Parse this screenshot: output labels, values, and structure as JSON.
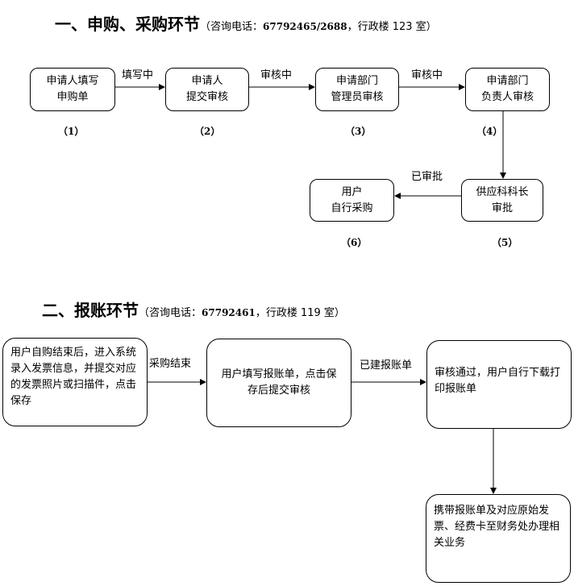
{
  "section1": {
    "title": "一、申购、采购环节",
    "note_prefix": "（咨询电话：",
    "note_phone": "67792465/2688",
    "note_suffix": "，行政楼 123 室）",
    "steps": [
      {
        "line1": "申请人填写",
        "line2": "申购单",
        "num": "（1）"
      },
      {
        "line1": "申请人",
        "line2": "提交审核",
        "num": "（2）"
      },
      {
        "line1": "申请部门",
        "line2": "管理员审核",
        "num": "（3）"
      },
      {
        "line1": "申请部门",
        "line2": "负责人审核",
        "num": "（4）"
      },
      {
        "line1": "供应科科长",
        "line2": "审批",
        "num": "（5）"
      },
      {
        "line1": "用户",
        "line2": "自行采购",
        "num": "（6）"
      }
    ],
    "edge_labels": {
      "e1_2": "填写中",
      "e2_3": "审核中",
      "e3_4": "审核中",
      "e5_6": "已审批"
    }
  },
  "section2": {
    "title": "二、报账环节",
    "note_prefix": "（咨询电话：",
    "note_phone": "67792461",
    "note_suffix": "，行政楼 119 室）",
    "steps": [
      {
        "text": "用户自购结束后，进入系统录入发票信息，并提交对应的发票照片或扫描件，点击保存"
      },
      {
        "text": "用户填写报账单，点击保存后提交审核"
      },
      {
        "text": "审核通过，用户自行下载打印报账单"
      },
      {
        "text": "携带报账单及对应原始发票、经费卡至财务处办理相关业务"
      }
    ],
    "edge_labels": {
      "e1_2": "采购结束",
      "e2_3": "已建报账单"
    }
  }
}
